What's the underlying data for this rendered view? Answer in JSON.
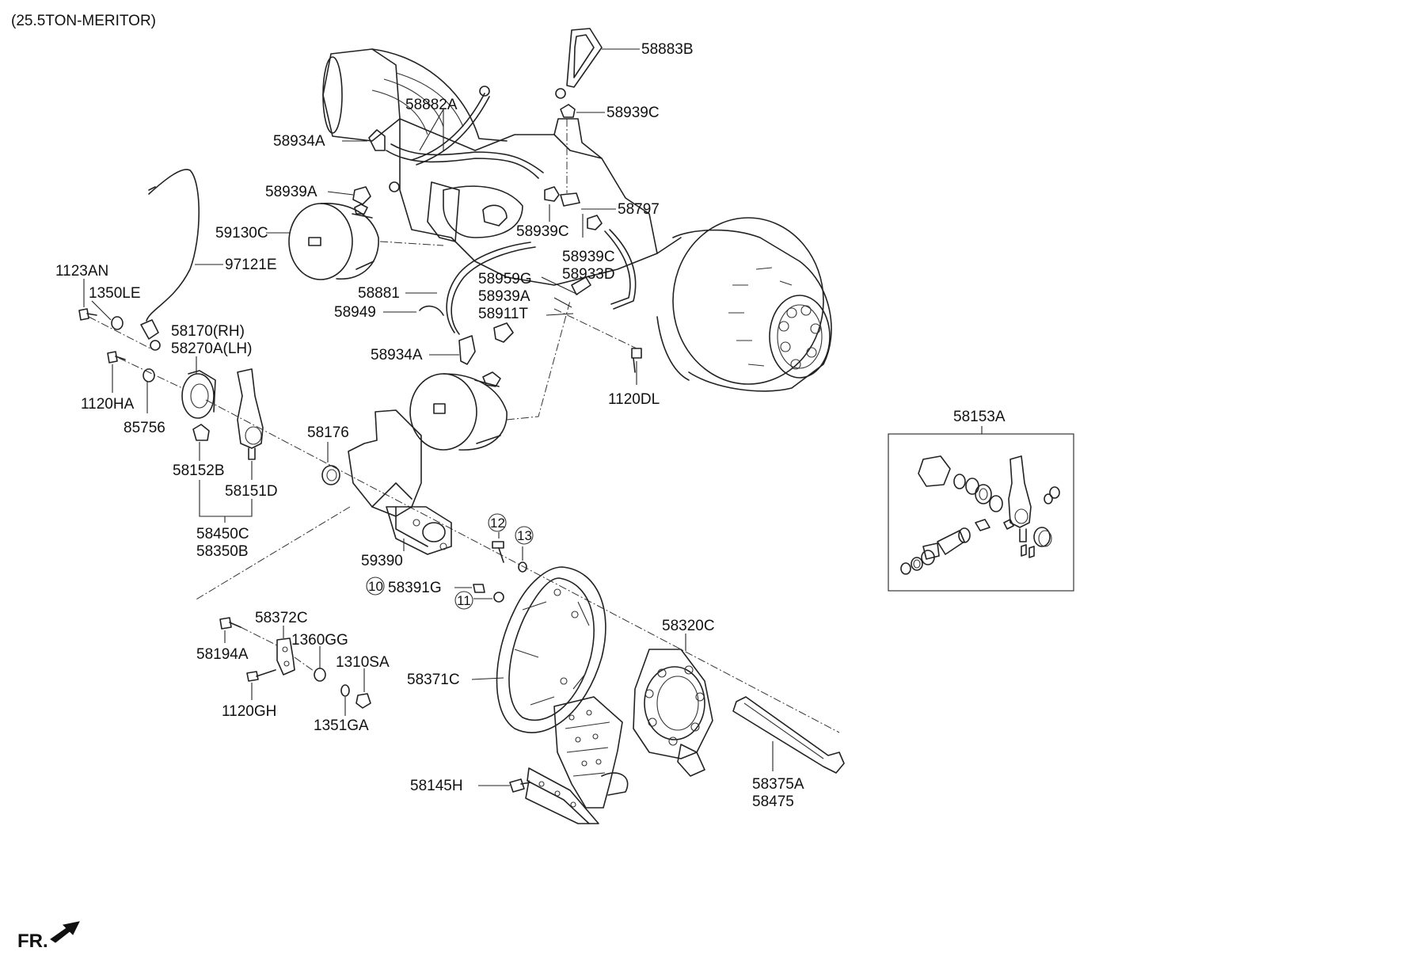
{
  "header": {
    "title": "(25.5TON-MERITOR)"
  },
  "footer": {
    "front_label": "FR."
  },
  "parts": {
    "p58883B": "58883B",
    "p58939C_top": "58939C",
    "p58882A": "58882A",
    "p58934A_top": "58934A",
    "p58939A_top": "58939A",
    "p59130C": "59130C",
    "p97121E": "97121E",
    "p1123AN": "1123AN",
    "p1350LE": "1350LE",
    "p58170": "58170(RH)",
    "p58270A": "58270A(LH)",
    "p1120HA": "1120HA",
    "p85756": "85756",
    "p58152B": "58152B",
    "p58151D": "58151D",
    "p58450C": "58450C",
    "p58350B": "58350B",
    "p58176": "58176",
    "p59390": "59390",
    "p58881": "58881",
    "p58949": "58949",
    "p58934A_mid": "58934A",
    "p58939C_mid": "58939C",
    "p58797": "58797",
    "p58939C_low": "58939C",
    "p58933D": "58933D",
    "p58959G": "58959G",
    "p58939A_mid": "58939A",
    "p58911T": "58911T",
    "p1120DL": "1120DL",
    "p12": "12",
    "p13": "13",
    "p10": "10",
    "p58391G": "58391G",
    "p11": "11",
    "p58372C": "58372C",
    "p1360GG": "1360GG",
    "p58194A": "58194A",
    "p1310SA": "1310SA",
    "p1120GH": "1120GH",
    "p1351GA": "1351GA",
    "p58371C": "58371C",
    "p58320C": "58320C",
    "p58145H": "58145H",
    "p58375A": "58375A",
    "p58475": "58475",
    "p58153A": "58153A"
  }
}
